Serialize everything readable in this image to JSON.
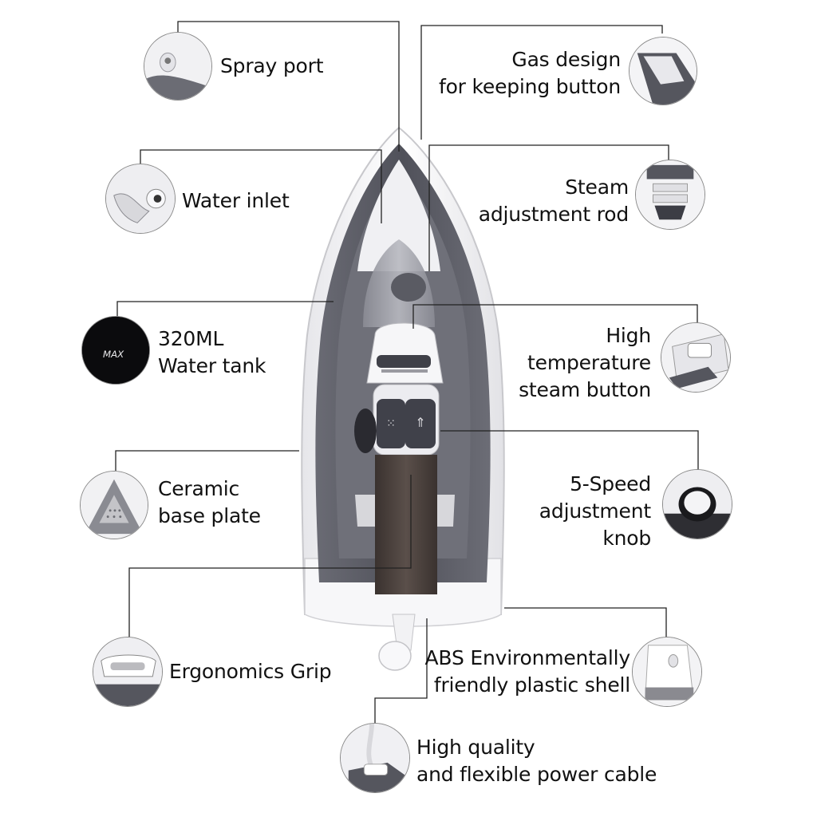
{
  "colors": {
    "body_shell": "#f4f4f6",
    "dark_panel": "#55565e",
    "grip": "#4a413d",
    "leader_line": "#222222"
  },
  "tank_thumb_text": "MAX",
  "features": [
    {
      "icon": "spray-port-icon",
      "lines": [
        "Spray port"
      ]
    },
    {
      "icon": "gas-design-icon",
      "lines": [
        "Gas design",
        "for keeping button"
      ]
    },
    {
      "icon": "water-inlet-icon",
      "lines": [
        "Water inlet"
      ]
    },
    {
      "icon": "steam-rod-icon",
      "lines": [
        "Steam",
        "adjustment rod"
      ]
    },
    {
      "icon": "water-tank-icon",
      "lines": [
        "320ML",
        "Water tank"
      ]
    },
    {
      "icon": "steam-button-icon",
      "lines": [
        "High",
        "temperature",
        "steam button"
      ]
    },
    {
      "icon": "ceramic-plate-icon",
      "lines": [
        "Ceramic",
        "base plate"
      ]
    },
    {
      "icon": "speed-knob-icon",
      "lines": [
        "5-Speed",
        "adjustment",
        "knob"
      ]
    },
    {
      "icon": "grip-icon",
      "lines": [
        "Ergonomics Grip"
      ]
    },
    {
      "icon": "plastic-shell-icon",
      "lines": [
        "ABS Environmentally",
        "friendly plastic shell"
      ]
    },
    {
      "icon": "power-cable-icon",
      "lines": [
        "High quality",
        "and flexible power cable"
      ]
    }
  ]
}
